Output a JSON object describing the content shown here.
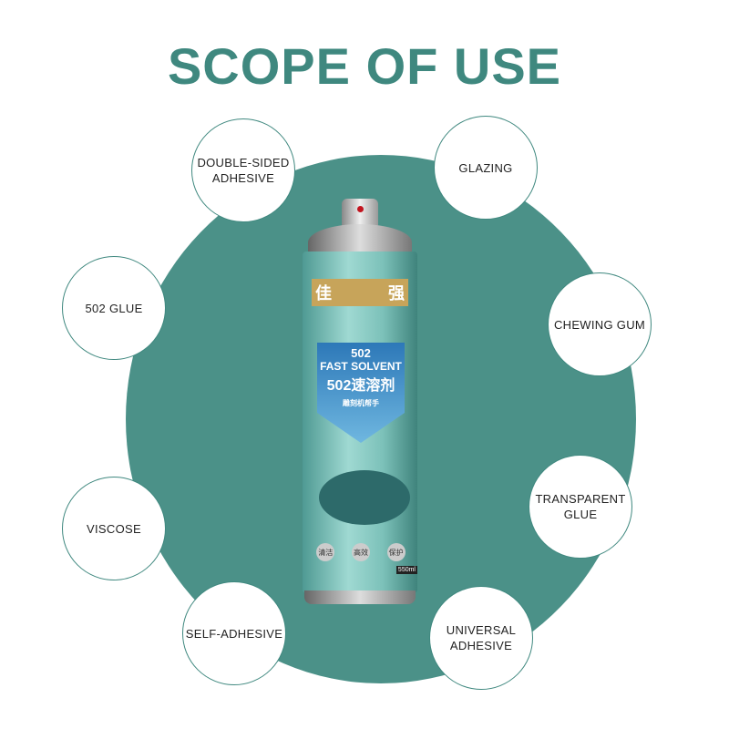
{
  "title": "SCOPE OF USE",
  "colors": {
    "accent": "#3f887f",
    "circle": "#4b9188"
  },
  "uses": [
    "DOUBLE-SIDED ADHESIVE",
    "GLAZING",
    "502 GLUE",
    "CHEWING GUM",
    "VISCOSE",
    "TRANSPARENT GLUE",
    "SELF-ADHESIVE",
    "UNIVERSAL ADHESIVE"
  ],
  "product": {
    "brand_left": "佳",
    "brand_right": "强",
    "line1": "502",
    "line2": "FAST SOLVENT",
    "line3": "502速溶剂",
    "line4": "雕刻机帮手",
    "features": [
      "清洁",
      "高效",
      "保护"
    ],
    "volume": "550ml"
  }
}
